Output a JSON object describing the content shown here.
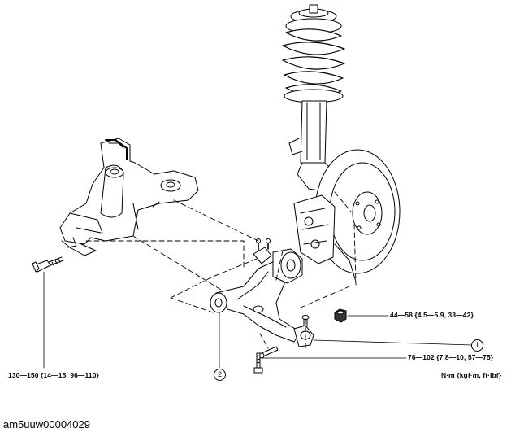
{
  "figure_id": "am5uuw00004029",
  "torques": {
    "nut_upper": "44—58 {4.5—5.9, 33—42}",
    "bolt_mid": "76—102 {7.8—10, 57—75}",
    "bolt_left": "130—150 {14—15, 96—110}",
    "units": "N·m {kgf·m, ft·lbf}"
  },
  "callouts": {
    "one": "1",
    "two": "2"
  }
}
